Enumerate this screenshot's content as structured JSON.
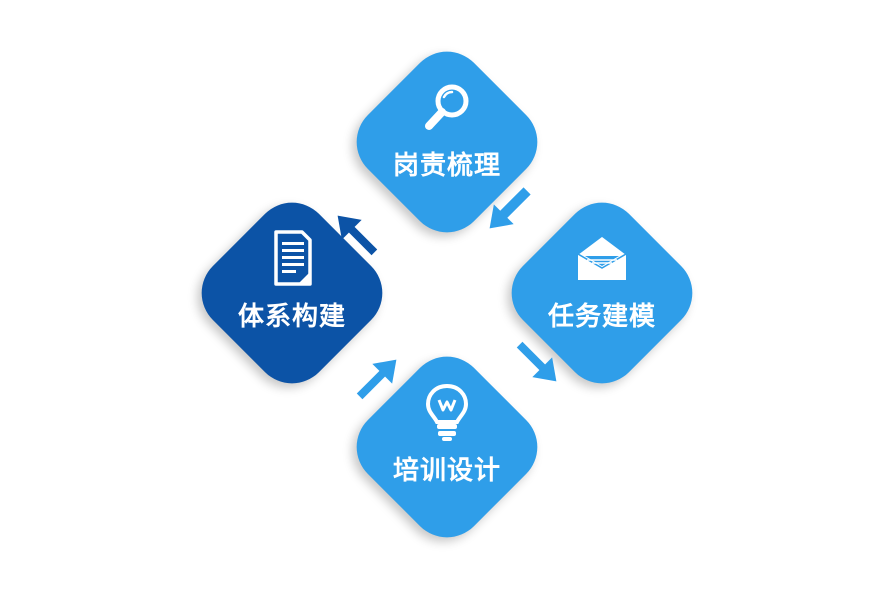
{
  "colors": {
    "light_blue": "#2f9ee9",
    "dark_blue": "#0c53a6",
    "arrow_light": "#2f9ee9",
    "arrow_dark": "#0c53a6",
    "text": "#ffffff"
  },
  "steps": [
    {
      "label": "岗责梳理",
      "icon": "magnifier-icon",
      "position": "top"
    },
    {
      "label": "任务建模",
      "icon": "envelope-icon",
      "position": "right"
    },
    {
      "label": "培训设计",
      "icon": "lightbulb-icon",
      "position": "bottom"
    },
    {
      "label": "体系构建",
      "icon": "document-icon",
      "position": "left"
    }
  ]
}
